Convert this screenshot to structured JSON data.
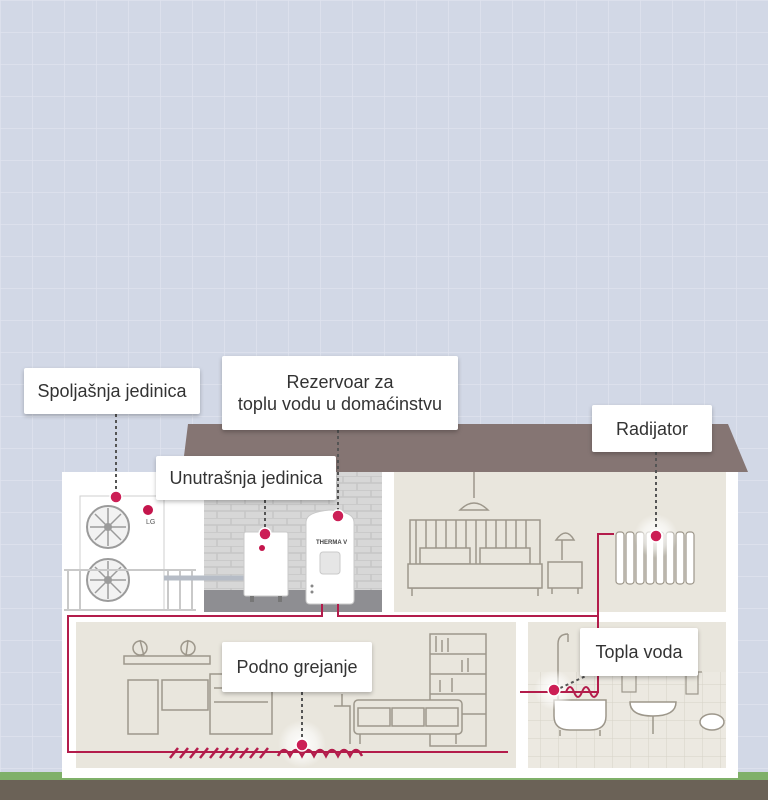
{
  "colors": {
    "sky": "#d2d8e6",
    "grid": "#dfe3ee",
    "roof": "#857573",
    "wall": "#ffffff",
    "room": "#e9e6dd",
    "brick": "#d7d7d7",
    "pipe": "#b31c4b",
    "dot": "#cc1f56",
    "grass": "#7fb069",
    "soil": "#6b6257"
  },
  "labels": {
    "outdoor_unit": "Spoljašnja jedinica",
    "tank_line1": "Rezervoar za",
    "tank_line2": "toplu vodu u domaćinstvu",
    "indoor_unit": "Unutrašnja jedinica",
    "radiator": "Radijator",
    "floor_heating": "Podno grejanje",
    "hot_water": "Topla voda"
  },
  "device_text": {
    "lg_logo": "LG",
    "tank_brand": "THERMA V"
  },
  "icons": [
    "lg-logo-icon",
    "fan-icon",
    "bed-icon",
    "lamp-icon",
    "radiator-icon",
    "bathtub-icon",
    "sofa-icon",
    "kitchen-icon",
    "shelf-icon"
  ]
}
